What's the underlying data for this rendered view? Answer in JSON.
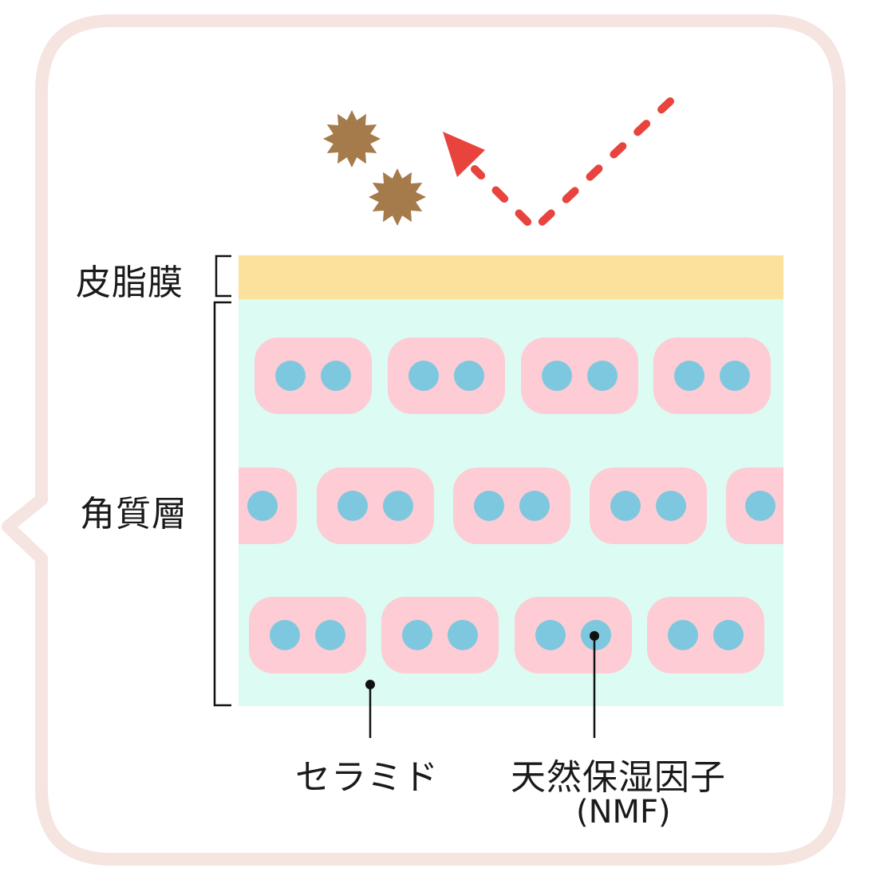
{
  "labels": {
    "sebum_film": "皮脂膜",
    "stratum_corneum": "角質層",
    "ceramide": "セラミド",
    "nmf_jp": "天然保湿因子",
    "nmf_en": "(NMF)"
  },
  "colors": {
    "frame": "#f5e4e0",
    "sebum": "#fbe19b",
    "layer": "#dcfbf3",
    "cell": "#fdccd4",
    "nmf_dot": "#7ec8df",
    "irritant": "#a67b4c",
    "arrow": "#e9433d",
    "line": "#111111"
  },
  "icons": {
    "irritant": "irritant-star-icon",
    "reflect": "reflect-arrow-icon"
  },
  "structure": {
    "rows": [
      {
        "cells": [
          2,
          2,
          2,
          2
        ]
      },
      {
        "cells": [
          1,
          2,
          2,
          2,
          1
        ]
      },
      {
        "cells": [
          2,
          2,
          2,
          2
        ]
      }
    ]
  }
}
